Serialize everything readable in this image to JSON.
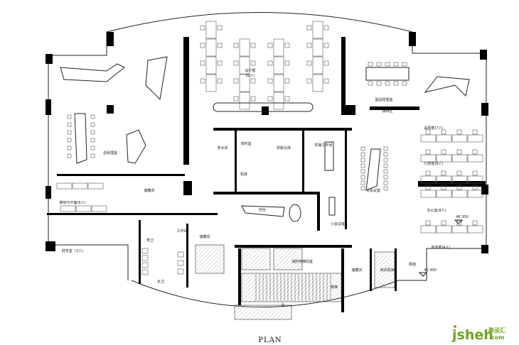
{
  "title": "PLAN",
  "logo": {
    "text": "jsheh",
    "suffix": ".com",
    "cn": "聚设汇",
    "color": "#6fa320"
  },
  "elevation": "46.300",
  "rooms": {
    "gm_office": "总经理室",
    "deputy_gm_office": "副总经理室",
    "reception_area": "接待区",
    "design_dept": "设计部",
    "design_count": "32人)",
    "tea_room": "茶水间",
    "archive": "资料室",
    "server_room": "机房",
    "sample_store": "样版仓库",
    "sample_workshop": "样版工作间",
    "front_desk": "前台",
    "small_meeting": "小会议室",
    "large_meeting": "大会议室",
    "purchasing": "采购部(7人)",
    "admin": "行政部(8人)",
    "office": "办公室(8人)",
    "business": "商务部(4人)",
    "media": "媒体与平面(6人)",
    "finance": "财务室（3人)",
    "storage_1": "储藏间",
    "storage_2": "储藏间",
    "storage_3": "储藏间",
    "workroom": "工作间",
    "mens_wc": "男卫",
    "womens_wc": "女卫",
    "fresh_air_room": "新风机房",
    "partition": "隔墙",
    "stairs": "楼梯",
    "elevator_lobby": "消防电梯前室",
    "wind": "风"
  }
}
